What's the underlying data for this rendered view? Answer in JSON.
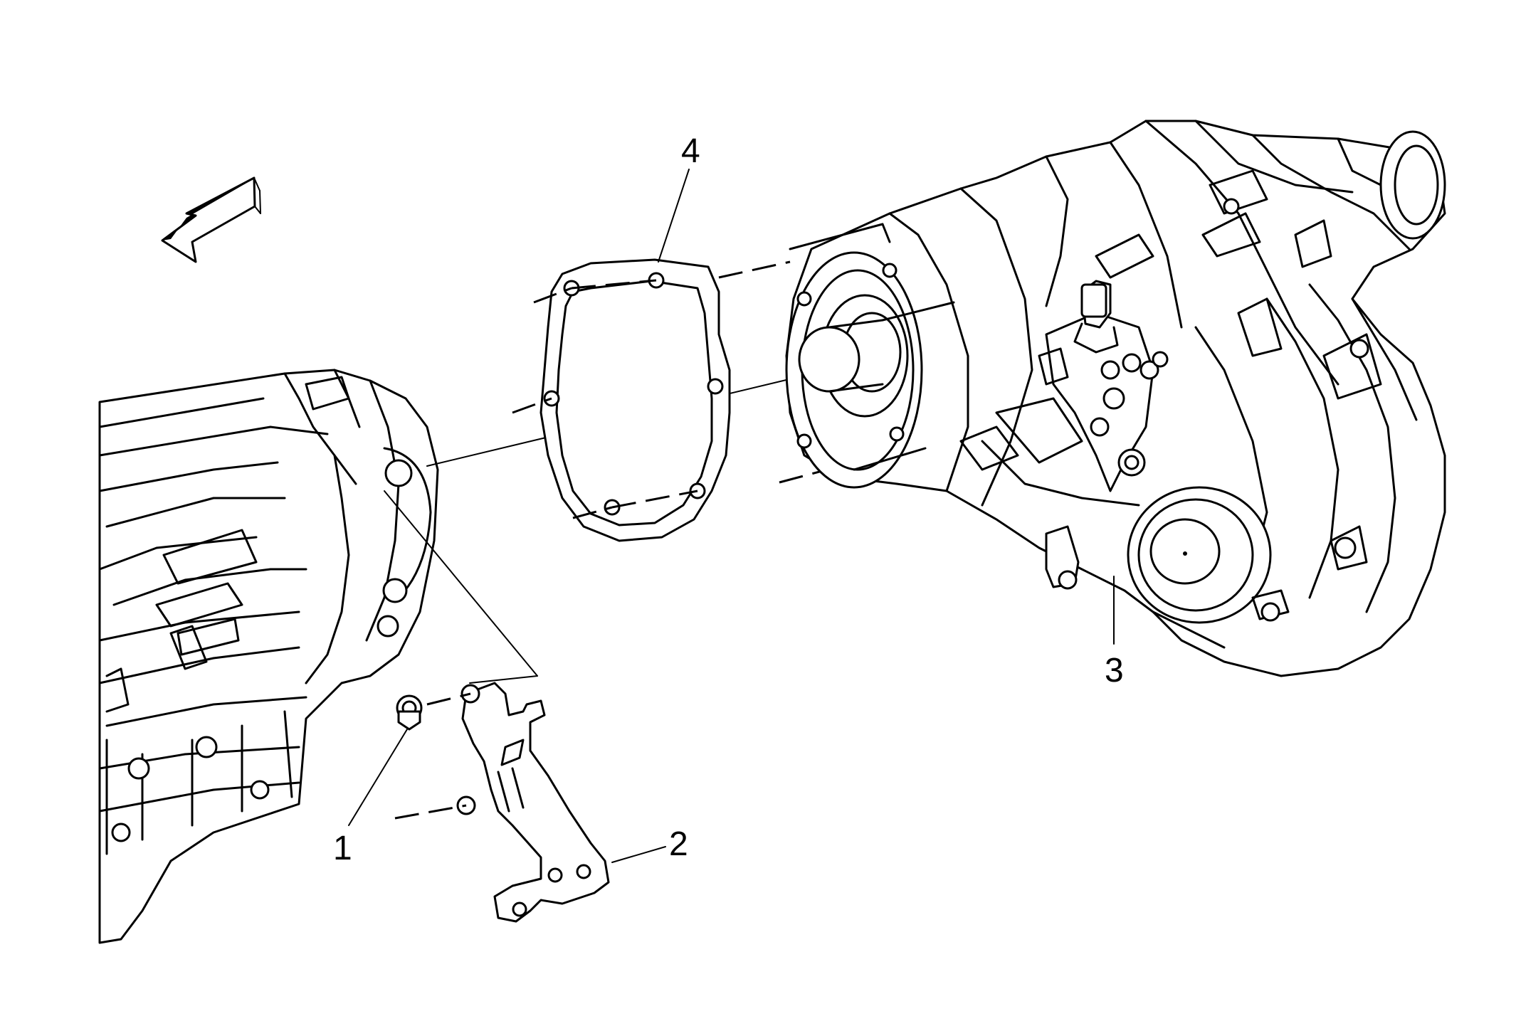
{
  "callouts": {
    "c1": "1",
    "c2": "2",
    "c3": "3",
    "c4": "4"
  },
  "icons": {
    "direction": "front-arrow-icon"
  },
  "colors": {
    "ink": "#000000",
    "paper": "#ffffff"
  }
}
